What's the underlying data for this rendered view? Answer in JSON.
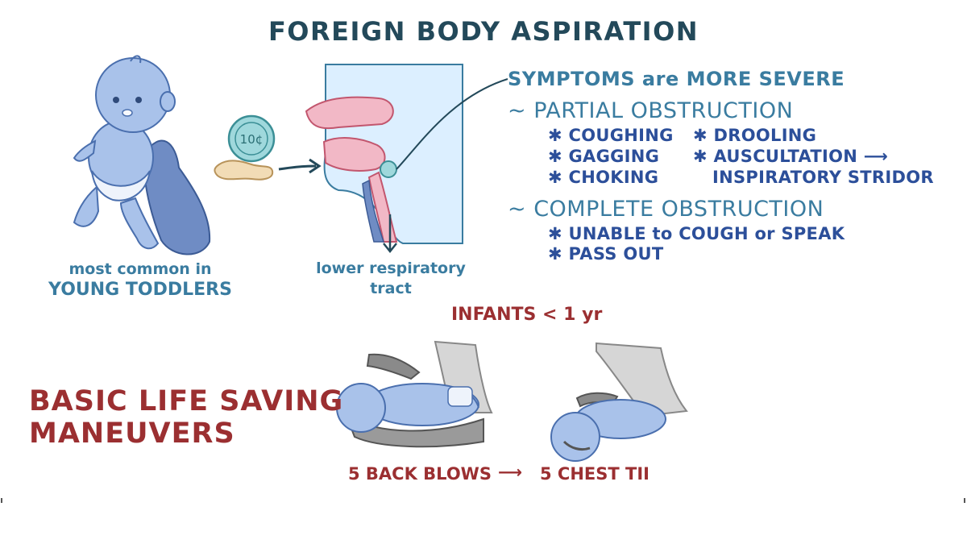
{
  "title": "FOREIGN BODY ASPIRATION",
  "toddler": {
    "line1": "most common in",
    "line2": "YOUNG TODDLERS"
  },
  "coin_label": "10¢",
  "airway": {
    "line1": "lower respiratory",
    "line2": "tract"
  },
  "symptoms": {
    "header": "SYMPTOMS are MORE SEVERE",
    "partial": {
      "heading": "~ PARTIAL OBSTRUCTION",
      "col1": [
        "✱ COUGHING",
        "✱ GAGGING",
        "✱ CHOKING"
      ],
      "col2": [
        "✱ DROOLING",
        "✱ AUSCULTATION ⟶",
        "INSPIRATORY STRIDOR"
      ]
    },
    "complete": {
      "heading": "~ COMPLETE OBSTRUCTION",
      "items": [
        "✱ UNABLE to COUGH or SPEAK",
        "✱ PASS OUT"
      ]
    }
  },
  "bls": {
    "line1": "BASIC LIFE SAVING",
    "line2": "MANEUVERS"
  },
  "infants": {
    "label": "INFANTS < 1 yr",
    "step1": "5 BACK BLOWS",
    "arrow": "⟶",
    "step2": "5 CHEST TII"
  },
  "colors": {
    "title": "#23495a",
    "teal_text": "#3a7ca0",
    "navy_text": "#2c4f9a",
    "red_text": "#9b2f31",
    "skin": "#a9c2ea",
    "blanket": "#6f8cc4",
    "tissue_pink": "#f2b8c6",
    "coin": "#9fd8dc"
  }
}
